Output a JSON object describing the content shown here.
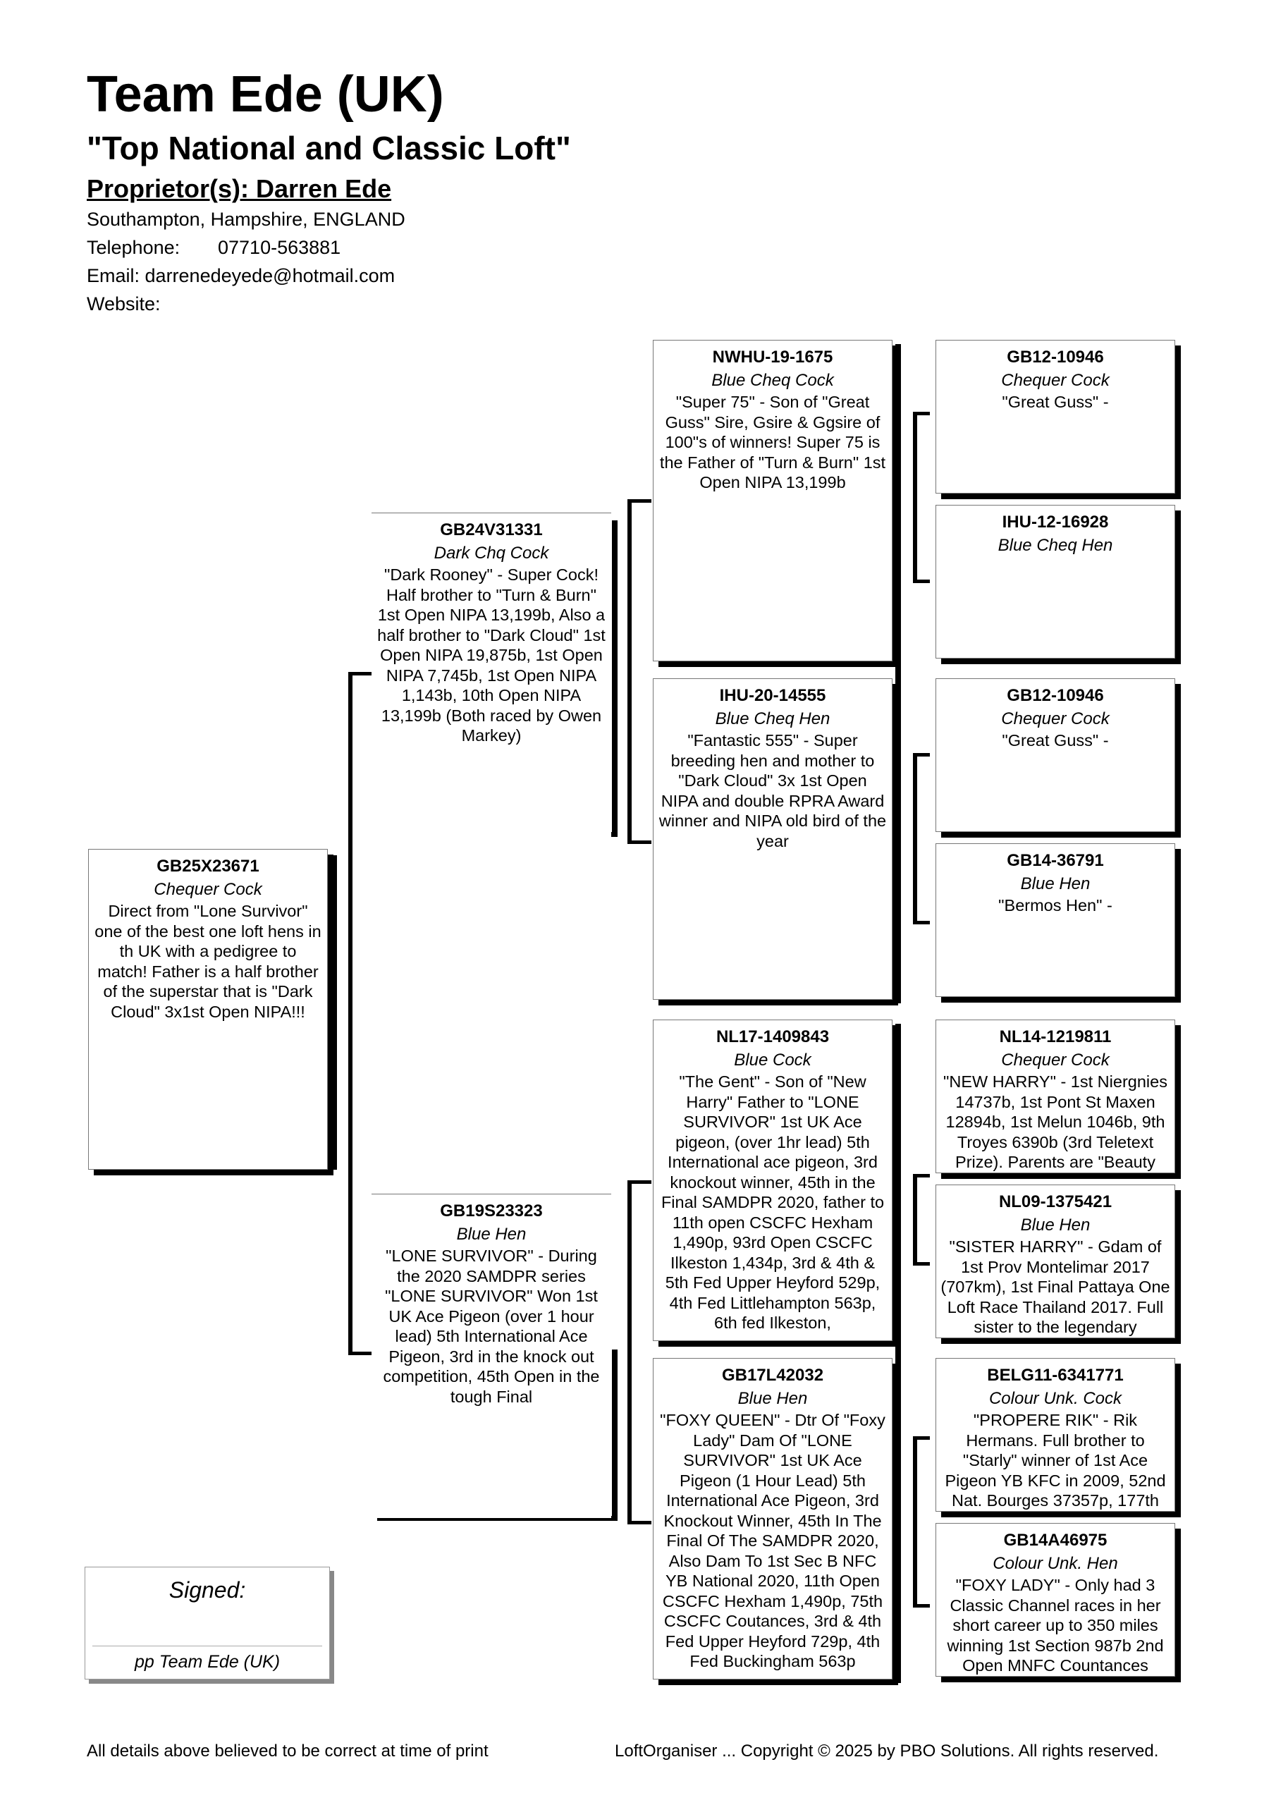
{
  "header": {
    "title": "Team Ede (UK)",
    "subtitle": "\"Top National and Classic Loft\"",
    "proprietor": "Proprietor(s): Darren Ede",
    "address": "Southampton, Hampshire, ENGLAND",
    "telephone_label": "Telephone:",
    "telephone_value": "07710-563881",
    "email_label": "Email:",
    "email_value": "darrenedeyede@hotmail.com",
    "website_label": "Website:"
  },
  "pedigree": {
    "subject": {
      "ring": "GB25X23671",
      "color": "Chequer Cock",
      "desc": "Direct from \"Lone Survivor\" one of the best one loft hens in th UK with a pedigree to match! Father is a half brother of the superstar that is \"Dark Cloud\" 3x1st Open NIPA!!!"
    },
    "sire": {
      "ring": "GB24V31331",
      "color": "Dark Chq Cock",
      "desc": "\"Dark Rooney\" - Super Cock! Half brother to \"Turn & Burn\" 1st Open NIPA 13,199b, Also a half brother to \"Dark Cloud\" 1st Open NIPA 19,875b, 1st Open NIPA 7,745b, 1st Open NIPA 1,143b, 10th Open NIPA 13,199b (Both raced by Owen Markey)"
    },
    "dam": {
      "ring": "GB19S23323",
      "color": "Blue Hen",
      "desc": "\"LONE SURVIVOR\" - During the 2020 SAMDPR series \"LONE SURVIVOR\" Won 1st UK Ace Pigeon (over 1 hour lead) 5th International Ace Pigeon, 3rd in the knock out competition, 45th Open in the tough Final"
    },
    "sire_sire": {
      "ring": "NWHU-19-1675",
      "color": "Blue Cheq Cock",
      "desc": "\"Super 75\" - Son of \"Great Guss\" Sire, Gsire & Ggsire of 100\"s of winners! Super 75 is the Father of \"Turn & Burn\" 1st Open NIPA 13,199b"
    },
    "sire_dam": {
      "ring": "IHU-20-14555",
      "color": "Blue Cheq Hen",
      "desc": "\"Fantastic 555\" - Super breeding hen and mother to \"Dark Cloud\" 3x 1st Open NIPA and double RPRA Award winner and NIPA old bird of the year"
    },
    "dam_sire": {
      "ring": "NL17-1409843",
      "color": "Blue Cock",
      "desc": "\"The Gent\" - Son of \"New Harry\" Father to \"LONE SURVIVOR\" 1st UK Ace pigeon, (over 1hr lead) 5th International ace pigeon, 3rd knockout winner, 45th in the Final SAMDPR 2020, father to 11th open CSCFC Hexham 1,490p, 93rd Open CSCFC Ilkeston 1,434p, 3rd & 4th & 5th Fed Upper Heyford 529p, 4th Fed Littlehampton 563p, 6th fed Ilkeston,"
    },
    "dam_dam": {
      "ring": "GB17L42032",
      "color": "Blue Hen",
      "desc": "\"FOXY QUEEN\" - Dtr Of \"Foxy Lady\" Dam Of \"LONE SURVIVOR\" 1st UK Ace Pigeon (1 Hour Lead)  5th International Ace Pigeon, 3rd Knockout Winner, 45th In The Final Of The SAMDPR 2020, Also Dam To 1st Sec B NFC YB National 2020, 11th Open CSCFC Hexham 1,490p, 75th CSCFC Coutances, 3rd & 4th Fed Upper Heyford 729p, 4th Fed Buckingham 563p"
    },
    "sss": {
      "ring": "GB12-10946",
      "color": "Chequer Cock",
      "desc": "\"Great Guss\" -"
    },
    "ssd": {
      "ring": "IHU-12-16928",
      "color": "Blue Cheq Hen",
      "desc": ""
    },
    "sds": {
      "ring": "GB12-10946",
      "color": "Chequer Cock",
      "desc": "\"Great Guss\" -"
    },
    "sdd": {
      "ring": "GB14-36791",
      "color": "Blue Hen",
      "desc": "\"Bermos Hen\" -"
    },
    "dss": {
      "ring": "NL14-1219811",
      "color": "Chequer Cock",
      "desc": "\"NEW HARRY\" - 1st Niergnies 14737b, 1st Pont St Maxen 12894b, 1st Melun 1046b, 9th Troyes 6390b (3rd Teletext Prize). Parents are \"Beauty"
    },
    "dsd": {
      "ring": "NL09-1375421",
      "color": "Blue Hen",
      "desc": "\"SISTER HARRY\" - Gdam of 1st Prov Montelimar 2017 (707km), 1st Final Pattaya One Loft Race Thailand 2017. Full sister to the legendary"
    },
    "dds": {
      "ring": "BELG11-6341771",
      "color": "Colour Unk. Cock",
      "desc": "\"PROPERE RIK\" - Rik Hermans. Full brother to \"Starly\" winner of 1st Ace Pigeon YB KFC in 2009, 52nd Nat. Bourges 37357p, 177th"
    },
    "ddd": {
      "ring": "GB14A46975",
      "color": "Colour Unk. Hen",
      "desc": "\"FOXY LADY\" - Only had 3 Classic Channel races in her short career up to 350 miles winning 1st Section 987b 2nd Open MNFC Countances"
    }
  },
  "signature": {
    "label": "Signed:",
    "name": "pp Team Ede (UK)"
  },
  "footer": {
    "left": "All details above believed to be correct at time of print",
    "right": "LoftOrganiser ... Copyright © 2025 by PBO Solutions. All rights reserved."
  }
}
